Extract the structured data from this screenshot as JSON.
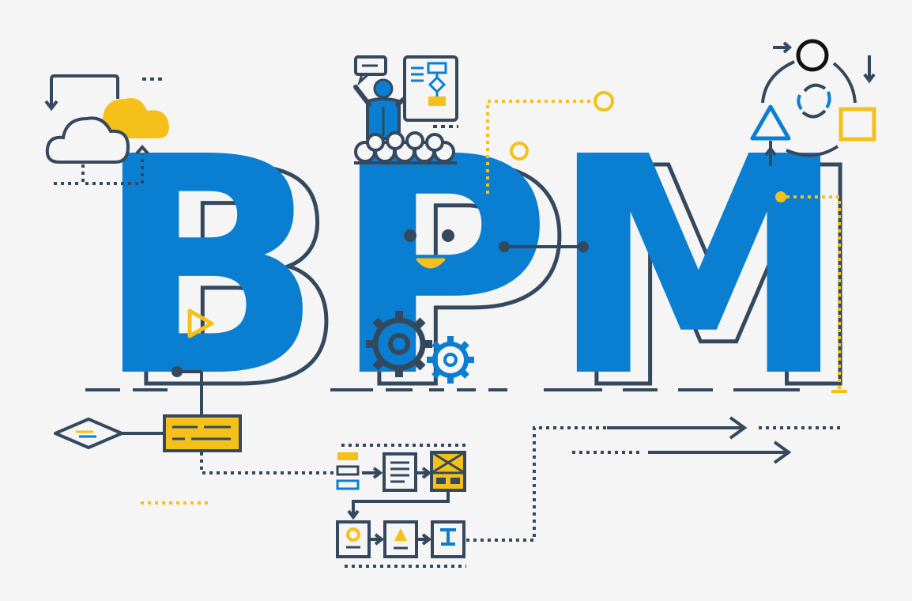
{
  "title_letters": [
    "B",
    "P",
    "M"
  ],
  "colors": {
    "background": "#f5f5f6",
    "letter_blue": "#0a7fd1",
    "outline_navy": "#34495e",
    "accent_yellow": "#f5c01a",
    "white": "#ffffff"
  },
  "icons": [
    "cloud-sync-icon",
    "presenter-icon",
    "flowchart-board-icon",
    "speech-bubble-icon",
    "cycle-shapes-icon",
    "gear-icon",
    "smiley-face-icon",
    "decision-diamond-icon",
    "process-box-icon",
    "document-icon",
    "arrow-right-icon"
  ]
}
